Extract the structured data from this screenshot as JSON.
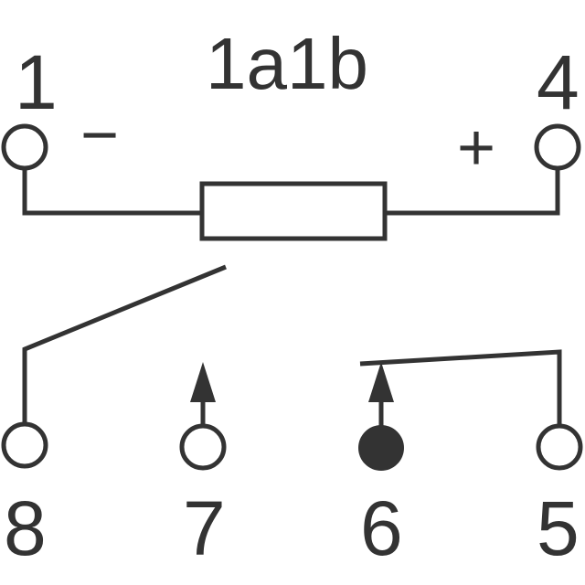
{
  "title": "1a1b",
  "polarity": {
    "minus": "−",
    "plus": "+"
  },
  "pins": {
    "p1": "1",
    "p4": "4",
    "p8": "8",
    "p7": "7",
    "p6": "6",
    "p5": "5"
  },
  "colors": {
    "stroke": "#333333",
    "background": "#ffffff"
  }
}
